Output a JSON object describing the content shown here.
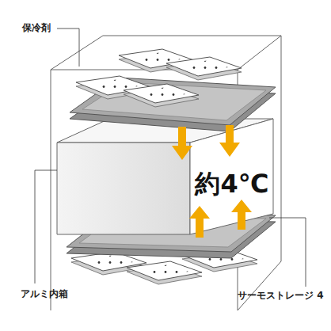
{
  "diagram": {
    "nodes": [
      {
        "text": [
          "約4℃"
        ]
      }
    ],
    "labels": [
      "保冷剤",
      "アルミ内箱",
      "サーモストレージ 4"
    ]
  }
}
